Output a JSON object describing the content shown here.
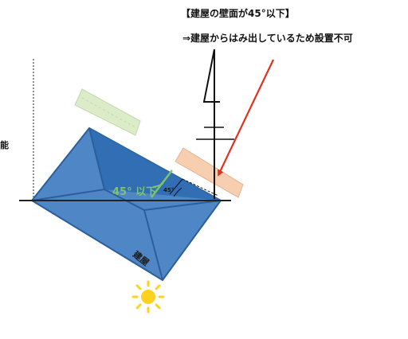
{
  "heading": {
    "line1": "【建屋の壁面が45°以下】",
    "line2": "⇒建屋からはみ出しているため設置不可"
  },
  "left_text_fragment": "能",
  "angle_label": "45° 以下",
  "small_angle_label": "45°",
  "building_label": "建屋",
  "colors": {
    "roof_light": "#4f86c6",
    "roof_dark": "#2f6db3",
    "roof_outline": "#2b5f9c",
    "panel_green": "#dcecc9",
    "panel_orange": "#f7cfb0",
    "arrow_red": "#e2321f",
    "angle_green": "#7ec36b",
    "sun_yellow": "#ffd21f"
  },
  "icons": {
    "sun": "sun-icon",
    "north_arrow": "north-arrow-icon"
  }
}
